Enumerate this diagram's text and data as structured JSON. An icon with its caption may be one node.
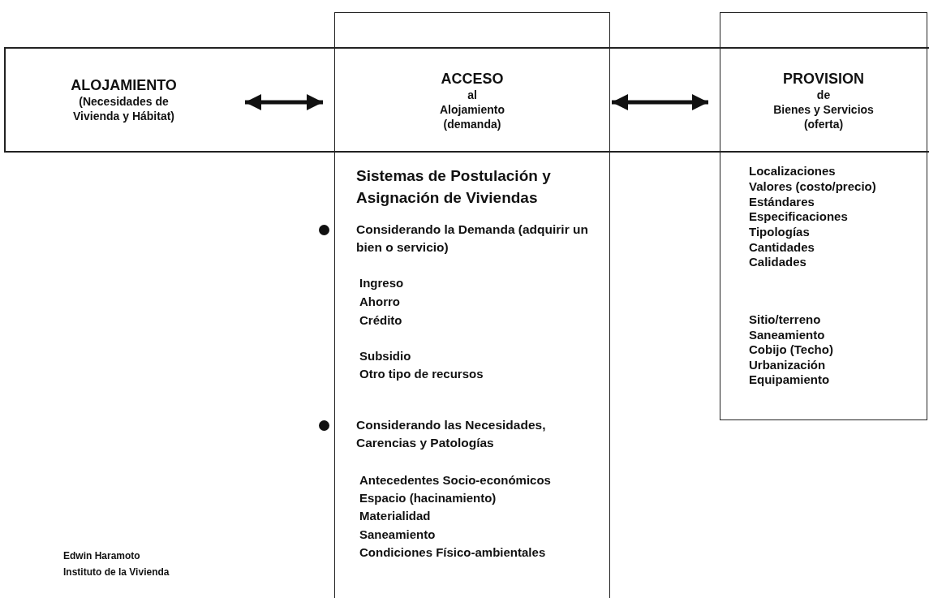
{
  "diagram": {
    "nodes": [
      {
        "text": [
          "ALOJAMIENTO",
          "(Necesidades de Vivienda y Hábitat)"
        ]
      },
      {
        "text": [
          "ACCESO",
          "al",
          "Alojamiento",
          "(demanda)",
          "Sistemas de Postulación y Asignación de Viviendas",
          "Considerando la Demanda (adquirir un bien o servicio)",
          "Ingreso",
          "Ahorro",
          "Crédito",
          "Subsidio",
          "Otro tipo de recursos",
          "Considerando las Necesidades, Carencias y Patologías",
          "Antecedentes Socio-económicos",
          "Espacio (hacinamiento)",
          "Materialidad",
          "Saneamiento",
          "Condiciones Físico-ambientales"
        ]
      },
      {
        "text": [
          "PROVISION",
          "de",
          "Bienes y Servicios",
          "(oferta)",
          "Localizaciones",
          "Valores (costo/precio)",
          "Estándares",
          "Especificaciones",
          "Tipologías",
          "Cantidades",
          "Calidades",
          "Sitio/terreno",
          "Saneamiento",
          "Cobijo (Techo)",
          "Urbanización",
          "Equipamiento"
        ]
      }
    ],
    "edges": [
      {
        "from": 0,
        "to": 1,
        "arrow": "both"
      },
      {
        "from": 1,
        "to": 2,
        "arrow": "both"
      }
    ],
    "labels": [
      "Edwin Haramoto",
      "Instituto de la Vivienda"
    ]
  }
}
